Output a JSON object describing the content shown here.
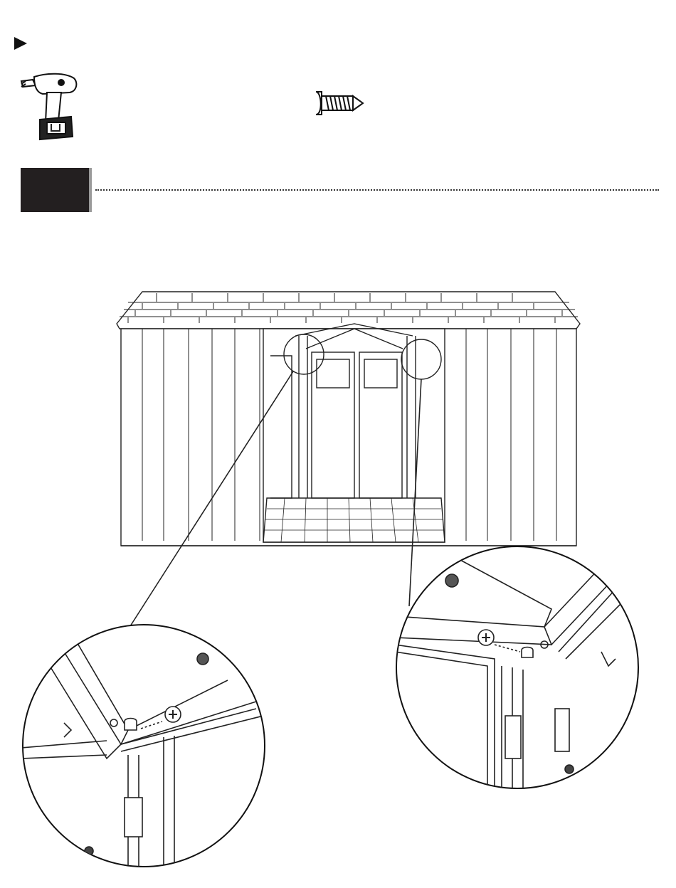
{
  "page": {
    "bullet_icon": "play-triangle-icon",
    "tools": [
      {
        "name": "cordless-drill-icon"
      },
      {
        "name": "pan-head-screw-icon"
      }
    ],
    "step_marker": {
      "color": "#231f20",
      "shadow": "#9a9a9a"
    },
    "figure": {
      "main": "shed-front-view",
      "details": [
        "left-door-header-detail",
        "right-door-header-detail"
      ]
    }
  }
}
